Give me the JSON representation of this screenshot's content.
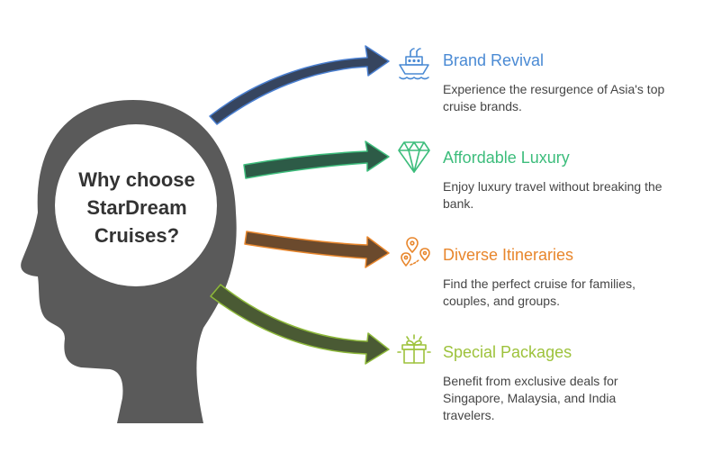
{
  "center": {
    "line1": "Why choose",
    "line2": "StarDream",
    "line3": "Cruises?"
  },
  "items": [
    {
      "title": "Brand Revival",
      "desc_line1": "Experience the resurgence of Asia's top",
      "desc_line2": "cruise brands.",
      "desc_line3": "",
      "color": "#4a8ad4",
      "icon": "cruise-ship-icon"
    },
    {
      "title": "Affordable Luxury",
      "desc_line1": "Enjoy luxury travel without breaking the",
      "desc_line2": "bank.",
      "desc_line3": "",
      "color": "#3dbd7c",
      "icon": "diamond-icon"
    },
    {
      "title": "Diverse Itineraries",
      "desc_line1": "Find the perfect cruise for families,",
      "desc_line2": "couples, and groups.",
      "desc_line3": "",
      "color": "#e8862c",
      "icon": "map-pins-icon"
    },
    {
      "title": "Special Packages",
      "desc_line1": "Benefit from exclusive deals for",
      "desc_line2": "Singapore, Malaysia, and India",
      "desc_line3": "travelers.",
      "color": "#9dc23b",
      "icon": "gift-icon"
    }
  ],
  "colors": {
    "head": "#5a5a5a",
    "arrow_blue": "#36455f",
    "arrow_green": "#2d5b47",
    "arrow_brown": "#6b4a2d",
    "arrow_olive": "#4a5a34"
  }
}
